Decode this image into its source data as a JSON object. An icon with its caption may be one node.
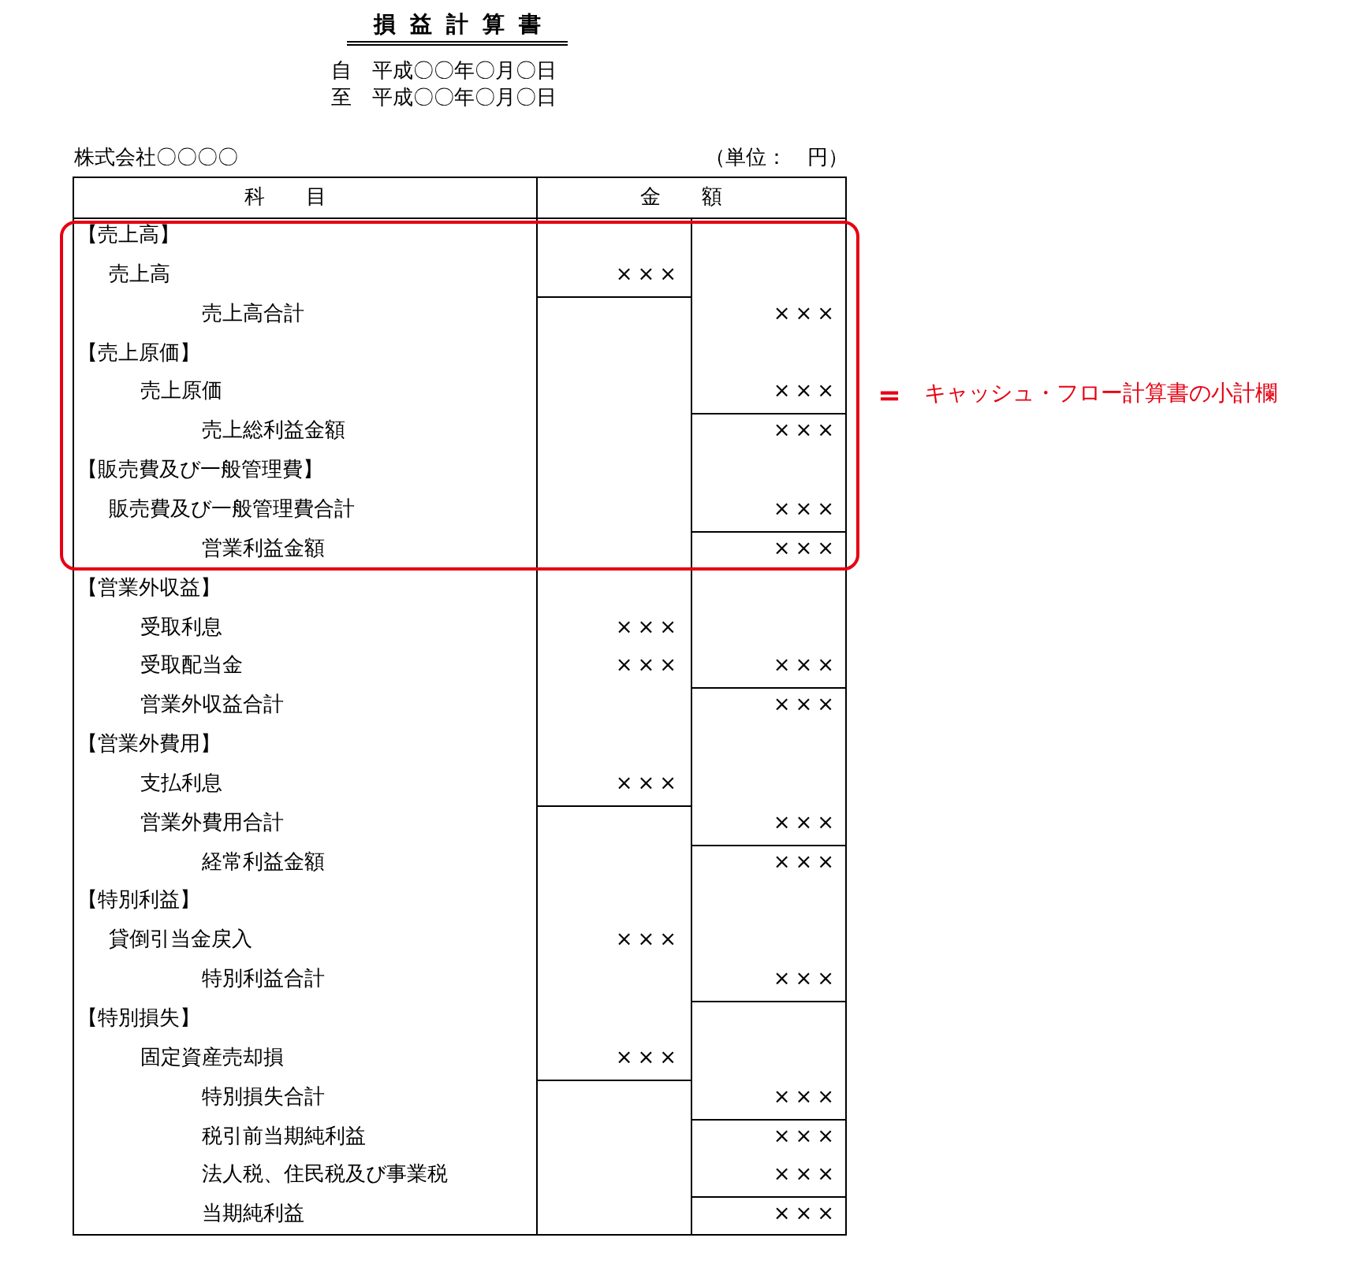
{
  "diagram": {
    "title": "損益計算書",
    "nodes": [
      {
        "text": [],
        "shape": "box"
      },
      {
        "text": [
          "＝",
          "キャッシュ・フロー計算書の小計欄"
        ]
      }
    ],
    "edges": [],
    "labels": [
      "自　平成〇〇年〇月〇日",
      "至　平成〇〇年〇月〇日",
      "株式会社〇〇〇〇",
      "（単位：　円）",
      "科　　目",
      "金　　額",
      "【売上高】",
      "売上高",
      "×××",
      "売上高合計",
      "×××",
      "【売上原価】",
      "売上原価",
      "×××",
      "売上総利益金額",
      "×××",
      "【販売費及び一般管理費】",
      "販売費及び一般管理費合計",
      "×××",
      "営業利益金額",
      "×××",
      "【営業外収益】",
      "受取利息",
      "×××",
      "受取配当金",
      "×××",
      "×××",
      "営業外収益合計",
      "×××",
      "【営業外費用】",
      "支払利息",
      "×××",
      "営業外費用合計",
      "×××",
      "経常利益金額",
      "×××",
      "【特別利益】",
      "貸倒引当金戻入",
      "×××",
      "特別利益合計",
      "×××",
      "【特別損失】",
      "固定資産売却損",
      "×××",
      "特別損失合計",
      "×××",
      "税引前当期純利益",
      "×××",
      "法人税、住民税及び事業税",
      "×××",
      "当期純利益",
      "×××"
    ]
  }
}
